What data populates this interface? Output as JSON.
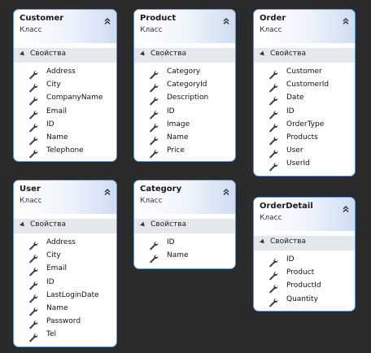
{
  "diagram": {
    "kind_label": "Класс",
    "section_label": "Свойства",
    "classes": [
      {
        "name": "Customer",
        "properties": [
          "Address",
          "City",
          "CompanyName",
          "Email",
          "ID",
          "Name",
          "Telephone"
        ]
      },
      {
        "name": "Product",
        "properties": [
          "Category",
          "CategoryId",
          "Description",
          "ID",
          "Image",
          "Name",
          "Price"
        ]
      },
      {
        "name": "Order",
        "properties": [
          "Customer",
          "CustomerId",
          "Date",
          "ID",
          "OrderType",
          "Products",
          "User",
          "UserId"
        ]
      },
      {
        "name": "User",
        "properties": [
          "Address",
          "City",
          "Email",
          "ID",
          "LastLoginDate",
          "Name",
          "Password",
          "Tel"
        ]
      },
      {
        "name": "Category",
        "properties": [
          "ID",
          "Name"
        ]
      },
      {
        "name": "OrderDetail",
        "properties": [
          "ID",
          "Product",
          "ProductId",
          "Quantity"
        ]
      }
    ]
  }
}
